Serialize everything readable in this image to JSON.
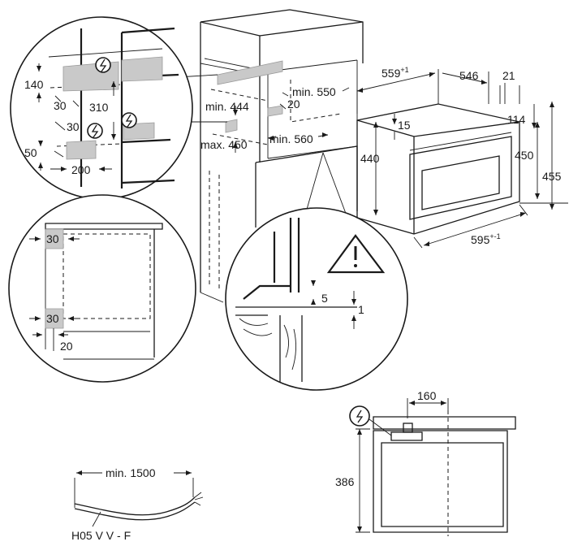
{
  "labels": {
    "d_140": "140",
    "d_30_top": "30",
    "d_310": "310",
    "d_30_mid": "30",
    "d_50": "50",
    "d_200": "200",
    "d_min444": "min. 444",
    "d_max450": "max. 450",
    "d_min550": "min. 550",
    "d_20": "20",
    "d_min560": "min. 560",
    "d_559": "559",
    "d_559_sup": "+1",
    "d_546": "546",
    "d_21": "21",
    "d_15": "15",
    "d_114": "114",
    "d_440": "440",
    "d_450": "450",
    "d_455": "455",
    "d_595": "595",
    "d_595_sup": "+-1",
    "d_30_a": "30",
    "d_30_b": "30",
    "d_20_b": "20",
    "d_5": "5",
    "d_1": "1",
    "d_160": "160",
    "d_386": "386",
    "d_min1500": "min. 1500",
    "cable_type": "H05 V V - F"
  }
}
